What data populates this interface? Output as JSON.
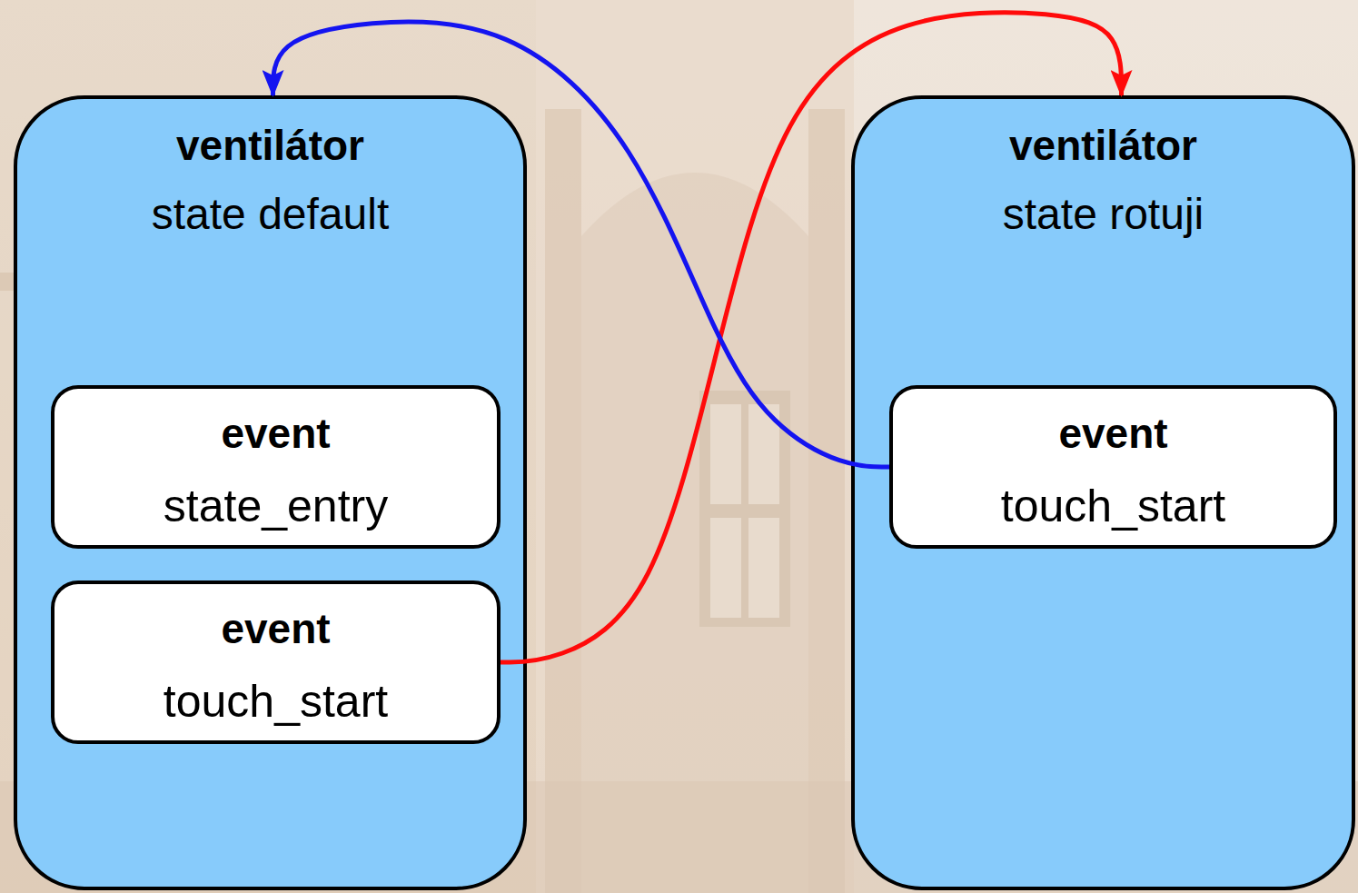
{
  "diagram": {
    "nodes": [
      {
        "text": [
          "ventilátor",
          "state default"
        ]
      },
      {
        "text": [
          "event",
          "state_entry"
        ],
        "in": 0
      },
      {
        "text": [
          "event",
          "touch_start"
        ],
        "in": 0
      },
      {
        "text": [
          "ventilátor",
          "state rotuji"
        ]
      },
      {
        "text": [
          "event",
          "touch_start"
        ],
        "in": 3
      }
    ],
    "edges": [
      {
        "from": 2,
        "to": 3,
        "arrow": "to"
      },
      {
        "from": 4,
        "to": 0,
        "arrow": "to"
      }
    ]
  }
}
